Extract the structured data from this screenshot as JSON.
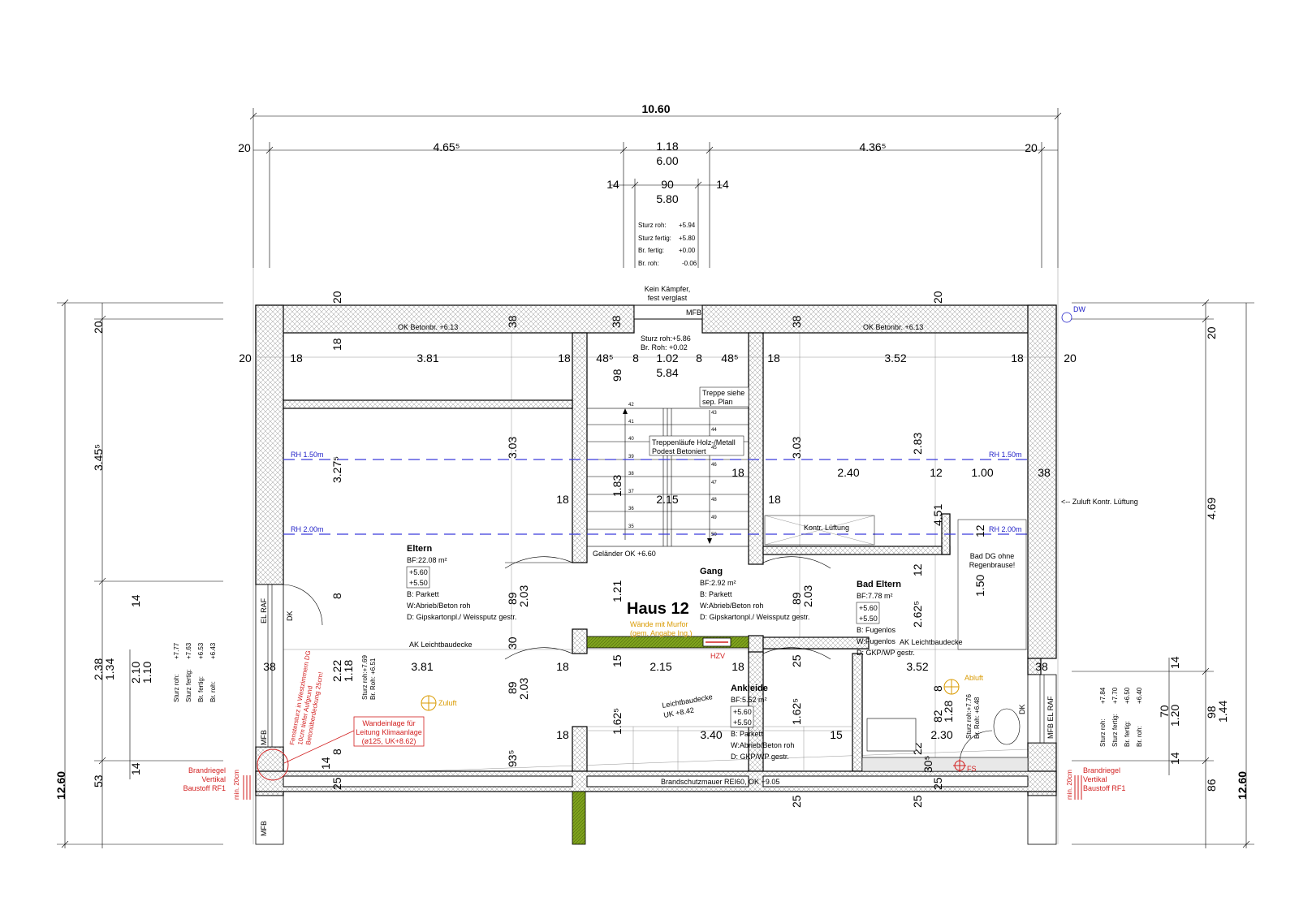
{
  "top_dims": {
    "overall": "10.60",
    "left_edge": "20",
    "left_span": "4.65⁵",
    "center_top": "1.18",
    "center_mid": "6.00",
    "right_span": "4.36⁵",
    "right_edge": "20",
    "stair_l": "14",
    "stair_c": "90",
    "stair_r": "14",
    "stair_w": "5.80"
  },
  "sturz_top": [
    "Sturz roh:",
    "+5.94",
    "Sturz fertig:",
    "+5.80",
    "Br. fertig:",
    "+0.00",
    "Br. roh:",
    "-0.06"
  ],
  "top_wall": {
    "kein_kaempfer": "Kein Kämpfer,",
    "fest_verglast": "fest verglast",
    "mfb": "MFB",
    "ok_left": "OK Betonbr. +6.13",
    "ok_right": "OK Betonbr. +6.13",
    "dw": "DW",
    "d20a": "20",
    "d20b": "20",
    "d38a": "38",
    "d38b": "38",
    "d38c": "38"
  },
  "row1": {
    "l20": "20",
    "l18a": "18",
    "l381": "3.81",
    "l18b": "18",
    "c485a": "48⁵",
    "c8a": "8",
    "c102": "1.02",
    "c8b": "8",
    "c485b": "48⁵",
    "c584": "5.84",
    "c98": "98",
    "r18a": "18",
    "r352": "3.52",
    "r18b": "18",
    "r20": "20",
    "sturz1": "Sturz roh:+5.86",
    "sturz2": "Br. Roh: +0.02"
  },
  "left_dims": {
    "d20": "20",
    "d3455": "3.45⁵",
    "d238": "2.38",
    "d134": "1.34",
    "d14a": "14",
    "d14b": "14",
    "d53": "53",
    "d1260": "12.60",
    "d210": "2.10",
    "d110": "1.10",
    "sturz": [
      "Sturz roh:",
      "+7.77",
      "Sturz fertig:",
      "+7.63",
      "Br. fertig:",
      "+6.53",
      "Br. roh:",
      "+6.43"
    ]
  },
  "right_dims": {
    "d20": "20",
    "d469": "4.69",
    "d144": "1.44",
    "d98": "98",
    "d120": "1.20",
    "d70": "70",
    "d14a": "14",
    "d14b": "14",
    "d86": "86",
    "d1260": "12.60",
    "sturz": [
      "Sturz roh:",
      "+7.84",
      "Sturz fertig:",
      "+7.70",
      "Br. fertig:",
      "+6.50",
      "Br. roh:",
      "+6.40"
    ],
    "zuluft": "<-- Zuluft Kontr. Lüftung"
  },
  "stair": {
    "treppe1": "Treppe siehe",
    "treppe2": "sep. Plan",
    "lauf1": "Treppenläufe Holz-/Metall",
    "lauf2": "Podest Betoniert",
    "d183": "1.83",
    "d215": "2.15",
    "gelaender": "Geländer OK +6.60",
    "steps_left": [
      "42",
      "41",
      "40",
      "39",
      "38",
      "37",
      "36",
      "35"
    ],
    "steps_right": [
      "43",
      "44",
      "45",
      "46",
      "47",
      "48",
      "49",
      "50"
    ]
  },
  "rh": {
    "r150l": "RH 1.50m",
    "r200l": "RH 2.00m",
    "r150r": "RH 1.50m",
    "r200r": "RH 2.00m"
  },
  "eltern": {
    "name": "Eltern",
    "bf": "BF:22.08 m²",
    "h1": "+5.60",
    "h2": "+5.50",
    "b": "B: Parkett",
    "w": "W:Abrieb/Beton roh",
    "d": "D: Gipskartonpl./ Weissputz gestr.",
    "d303": "3.03",
    "d3275": "3.27⁵",
    "d18": "18",
    "d18b": "18",
    "d89": "89",
    "d203": "2.03",
    "d8": "8"
  },
  "gang": {
    "name": "Gang",
    "bf": "BF:2.92 m²",
    "b": "B: Parkett",
    "w": "W:Abrieb/Beton roh",
    "d": "D: Gipskartonpl./ Weissputz gestr.",
    "d121": "1.21"
  },
  "haus": {
    "title": "Haus 12",
    "note1": "Wände mit Murfor",
    "note2": "(gem. Angabe Ing.)",
    "hzv": "HZV"
  },
  "right_room": {
    "d303": "3.03",
    "d283": "2.83",
    "d18a": "18",
    "d240": "2.40",
    "d12": "12",
    "d100": "1.00",
    "d38": "38",
    "d18b": "18",
    "d451": "4.51",
    "d12b": "12",
    "kontr": "Kontr. Lüftung",
    "bad_note1": "Bad DG ohne",
    "bad_note2": "Regenbrause!",
    "d12c": "12",
    "d150": "1.50",
    "d89": "89",
    "d203": "2.03",
    "d2625": "2.62⁵"
  },
  "bad": {
    "name": "Bad Eltern",
    "bf": "BF:7.78 m²",
    "h1": "+5.60",
    "h2": "+5.50",
    "b": "B: Fugenlos",
    "w": "W:Fugenlos",
    "d": "D: GKP/WP gestr.",
    "ak": "AK Leichtbaudecke"
  },
  "row2": {
    "ak_left": "AK Leichtbaudecke",
    "d38l": "38",
    "d381": "3.81",
    "d18a": "18",
    "d15": "15",
    "d215": "2.15",
    "d18b": "18",
    "d25": "25",
    "d352": "3.52",
    "d38r": "38",
    "d222": "2.22",
    "d118": "1.18",
    "d30": "30",
    "sturz1": "Sturz roh:+7.69",
    "sturz2": "Br. Roh: +6.51"
  },
  "ankleide": {
    "name": "Ankleide",
    "bf": "BF:5.52 m²",
    "h1": "+5.60",
    "h2": "+5.50",
    "b": "B: Parkett",
    "w": "W:Abrieb/Beton roh",
    "d": "D: GKP/WP gestr.",
    "leicht1": "Leichtbaudecke",
    "leicht2": "UK +8.42",
    "d1625a": "1.62⁵",
    "d340": "3.40",
    "d15": "15",
    "d1625b": "1.62⁵"
  },
  "lower_left": {
    "zuluft": "Zuluft",
    "d89": "89",
    "d203": "2.03",
    "d18": "18",
    "d935": "93⁵",
    "d8": "8",
    "d14": "14",
    "d25": "25",
    "fenster1": "Fenstersturz in Westzimmern DG",
    "fenster2": "10cm tiefer Aufgrund",
    "fenster3": "Betonüberdeckung 25cm!",
    "wand1": "Wandeinlage für",
    "wand2": "Leitung Klimaanlage",
    "wand3": "(ø125, UK+8.62)"
  },
  "lower_right": {
    "abluft": "Abluft",
    "d8": "8",
    "d128": "1.28",
    "d82": "82",
    "d22": "22",
    "d230": "2.30",
    "d305": "30⁵",
    "d25": "25",
    "sturz1": "Sturz roh:+7.76",
    "sturz2": "Br. Roh: +6.48",
    "fs": "FS",
    "dk": "DK",
    "mfb_el": "MFB EL RAF"
  },
  "bottom": {
    "brand": "Brandschutzmauer REI60, OK +9.05",
    "d25a": "25",
    "d25b": "25",
    "riegel_l": [
      "Brandriegel",
      "Vertikal",
      "Baustoff RF1"
    ],
    "riegel_r": [
      "Brandriegel",
      "Vertikal",
      "Baustoff RF1"
    ],
    "min_l": "min. 20cm",
    "min_r": "min. 20cm"
  },
  "side_labels": {
    "el_raf": "EL RAF",
    "dk": "DK",
    "mfb": "MFB",
    "mfb2": "MFB"
  }
}
